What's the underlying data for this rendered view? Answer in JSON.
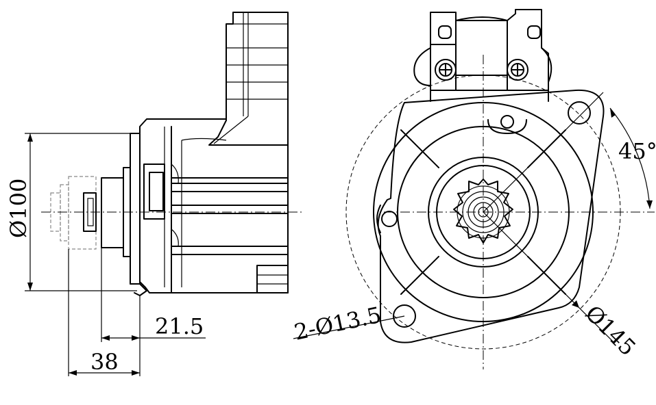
{
  "dimensions": {
    "d100": "Ø100",
    "len_21_5": "21.5",
    "len_38": "38",
    "holes": "2-Ø13.5",
    "d145": "Ø145",
    "angle": "45°"
  },
  "colors": {
    "line": "#000000",
    "background": "#ffffff"
  }
}
